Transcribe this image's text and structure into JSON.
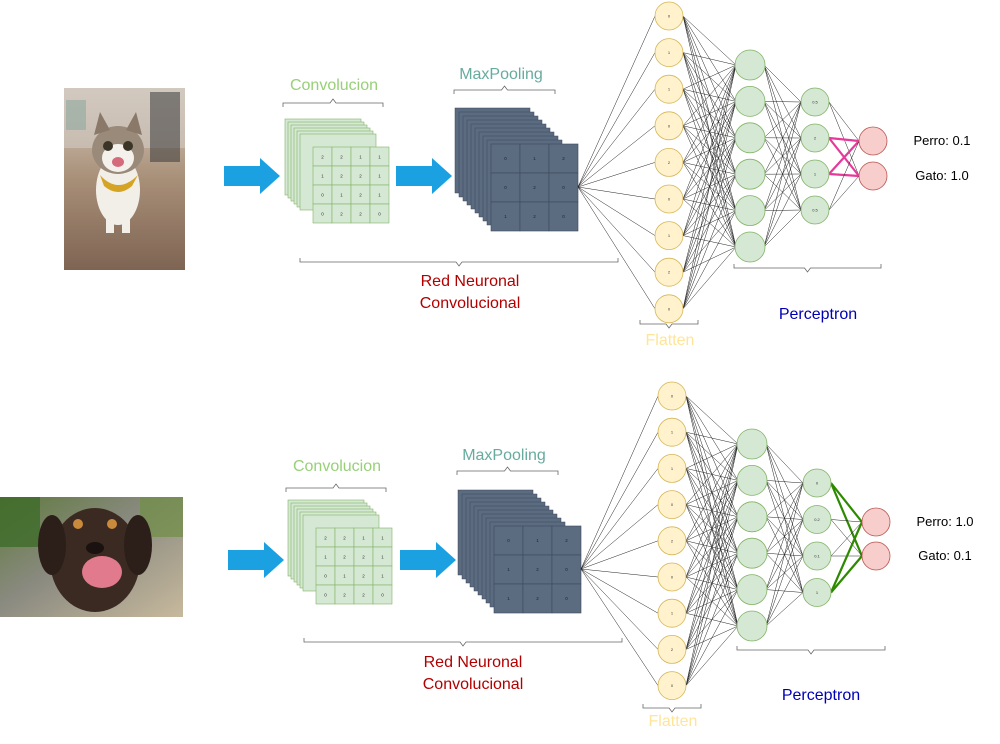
{
  "colors": {
    "conv_fill": "#d5e8d4",
    "conv_stroke": "#82b366",
    "pool_fill": "#5b6b80",
    "flatten_fill": "#fff2cc",
    "flatten_stroke": "#d6b656",
    "hidden_fill": "#d5e8d4",
    "hidden_stroke": "#82b366",
    "output_fill": "#f8cecc",
    "output_stroke": "#b85450",
    "arrow": "#1ba1e2",
    "conv_label": "#97d077",
    "pool_label": "#67ab9f",
    "cnn_label": "#b20000",
    "flatten_label": "#ffe599",
    "perceptron_label": "#0000b3",
    "cat_highlight": "#e6399b",
    "dog_highlight": "#2d8a00"
  },
  "panels": [
    {
      "image_alt": "cat",
      "labels": {
        "conv": "Convolucion",
        "pool": "MaxPooling",
        "cnn_line1": "Red Neuronal",
        "cnn_line2": "Convolucional",
        "flatten": "Flatten",
        "perceptron": "Perceptron"
      },
      "conv_grid": [
        [
          "2",
          "2",
          "1",
          "1"
        ],
        [
          "1",
          "2",
          "2",
          "1"
        ],
        [
          "0",
          "1",
          "2",
          "1"
        ],
        [
          "0",
          "2",
          "2",
          "0"
        ]
      ],
      "pool_grid": [
        [
          "0",
          "1",
          "2"
        ],
        [
          "0",
          "2",
          "0"
        ],
        [
          "1",
          "2",
          "0"
        ]
      ],
      "flatten_values": [
        "0",
        "1",
        "1",
        "0",
        "2",
        "0",
        "1",
        "2",
        "0"
      ],
      "hidden2_values": [
        "0.5",
        "2",
        "1",
        "0.5"
      ],
      "outputs": [
        {
          "label": "Perro: 0.1"
        },
        {
          "label": "Gato: 1.0"
        }
      ]
    },
    {
      "image_alt": "dog",
      "labels": {
        "conv": "Convolucion",
        "pool": "MaxPooling",
        "cnn_line1": "Red Neuronal",
        "cnn_line2": "Convolucional",
        "flatten": "Flatten",
        "perceptron": "Perceptron"
      },
      "conv_grid": [
        [
          "2",
          "2",
          "1",
          "1"
        ],
        [
          "1",
          "2",
          "2",
          "1"
        ],
        [
          "0",
          "1",
          "2",
          "1"
        ],
        [
          "0",
          "2",
          "2",
          "0"
        ]
      ],
      "pool_grid": [
        [
          "0",
          "1",
          "2"
        ],
        [
          "1",
          "2",
          "0"
        ],
        [
          "1",
          "2",
          "0"
        ]
      ],
      "flatten_values": [
        "0",
        "1",
        "1",
        "0",
        "2",
        "0",
        "1",
        "2",
        "0"
      ],
      "hidden2_values": [
        "0",
        "0.2",
        "0.1",
        "1"
      ],
      "outputs": [
        {
          "label": "Perro: 1.0"
        },
        {
          "label": "Gato: 0.1"
        }
      ]
    }
  ]
}
